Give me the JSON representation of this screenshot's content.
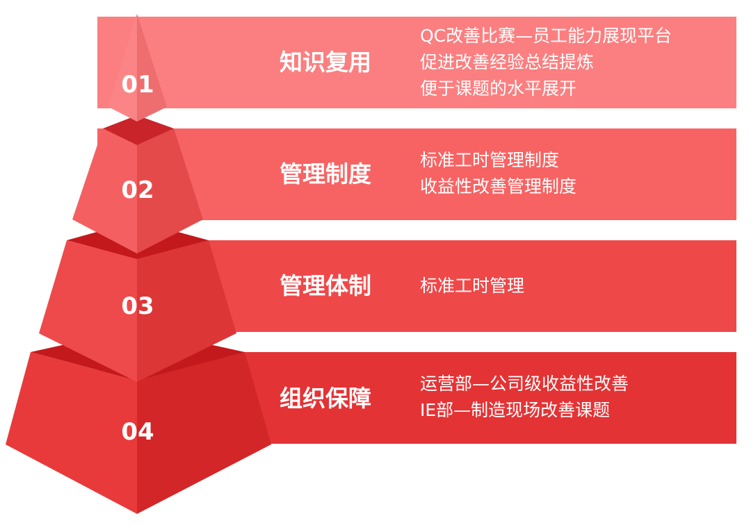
{
  "levels": [
    {
      "number": "01",
      "title": "知识复用",
      "lines": [
        "QC改善比赛—员工能力展现平台",
        "促进改善经验总结提炼",
        "便于课题的水平展开"
      ]
    },
    {
      "number": "02",
      "title": "管理制度",
      "lines": [
        "标准工时管理制度",
        "收益性改善管理制度"
      ]
    },
    {
      "number": "03",
      "title": "管理体制",
      "lines": [
        "标准工时管理"
      ]
    },
    {
      "number": "04",
      "title": "组织保障",
      "lines": [
        "运营部—公司级收益性改善",
        "IE部—制造现场改善课题"
      ]
    }
  ],
  "colors": {
    "band1": "#fb7f80",
    "band2": "#f76363",
    "band3": "#ef4849",
    "band4": "#e43335",
    "seam": "#c0191d"
  }
}
